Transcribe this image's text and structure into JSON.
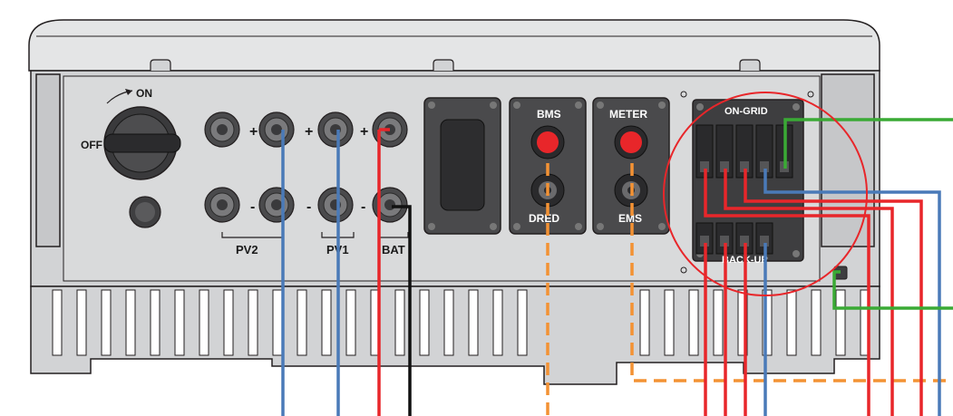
{
  "switch": {
    "on_label": "ON",
    "off_label": "OFF"
  },
  "ports": {
    "plus_sign": "+",
    "minus_sign": "-",
    "pv2_label": "PV2",
    "pv1_label": "PV1",
    "bat_label": "BAT"
  },
  "comm": {
    "bms_label": "BMS",
    "dred_label": "DRED",
    "meter_label": "METER",
    "ems_label": "EMS"
  },
  "terminals": {
    "on_grid_label": "ON-GRID",
    "backup_label": "BACK-UP"
  },
  "colors": {
    "body_fill": "#d2d3d5",
    "outline": "#231f20",
    "wire_blue": "#4a7ab8",
    "wire_red": "#e8262a",
    "wire_black": "#111111",
    "wire_green": "#3aaa35",
    "wire_orange": "#f39234",
    "highlight_circle": "#e8262a"
  }
}
